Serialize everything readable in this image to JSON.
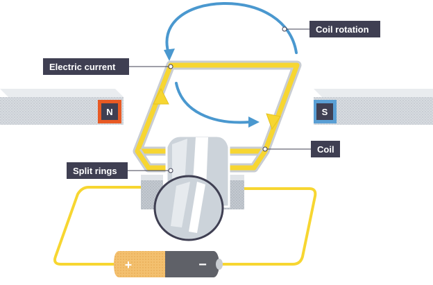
{
  "magnets": {
    "north_label": "N",
    "south_label": "S"
  },
  "labels": {
    "coil_rotation": "Coil rotation",
    "electric_current": "Electric current",
    "coil": "Coil",
    "split_rings": "Split rings"
  },
  "battery": {
    "positive_symbol": "+",
    "negative_symbol": "−"
  },
  "colors": {
    "wire": "#f7d631",
    "wire_outline": "#c9cdd2",
    "rotation_arrow": "#4a98cf",
    "label_bg": "#3f3f52",
    "north_pole": "#e85a24",
    "south_pole": "#5a9fd4",
    "magnet_body": "#d6dbe0"
  }
}
